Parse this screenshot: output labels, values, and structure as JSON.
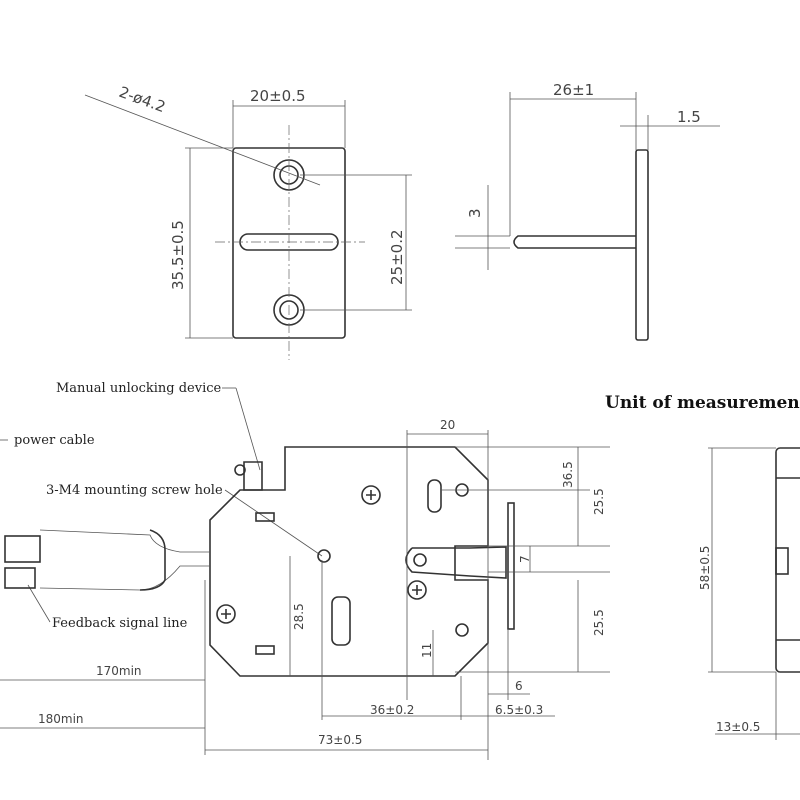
{
  "top_left_view": {
    "hole_label": "2-ø4.2",
    "width": "20±0.5",
    "height": "35.5±0.5",
    "hole_spacing": "25±0.2"
  },
  "top_right_view": {
    "length": "26±1",
    "thickness": "1.5",
    "pin": "3"
  },
  "callouts": {
    "manual_unlock": "Manual unlocking device",
    "power_cable": "power cable",
    "mounting_holes": "3-M4 mounting screw hole",
    "feedback": "Feedback signal line"
  },
  "unit_label": "Unit of measurement:",
  "main_view": {
    "d20": "20",
    "d36_5": "36.5",
    "d25_5_top": "25.5",
    "d25_5_bottom": "25.5",
    "d7": "7",
    "d28_5": "28.5",
    "d11": "11",
    "d170": "170min",
    "d180": "180min",
    "d36": "36±0.2",
    "d6": "6",
    "d6_5": "6.5±0.3",
    "d73": "73±0.5"
  },
  "side_view": {
    "height": "58±0.5",
    "depth": "13±0.5"
  }
}
